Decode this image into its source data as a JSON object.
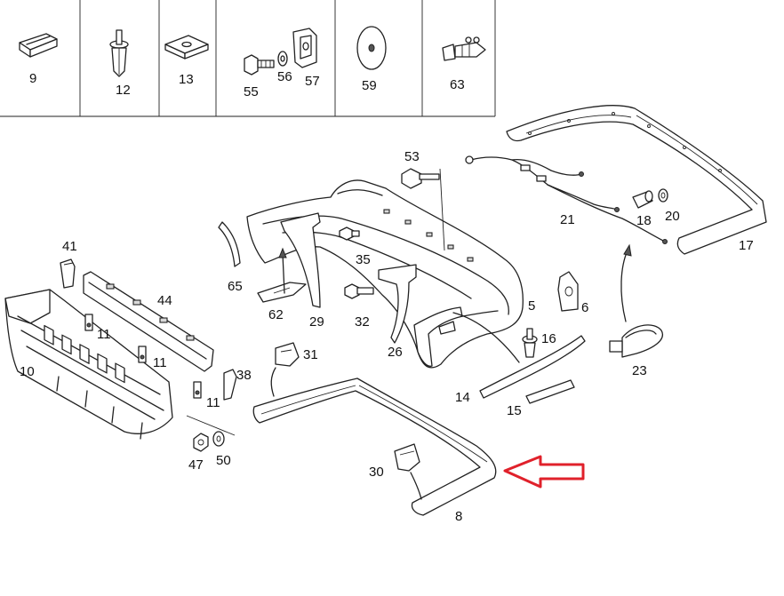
{
  "legend_cells": [
    {
      "labels": [
        "9"
      ],
      "icons": [
        "clip-icon"
      ]
    },
    {
      "labels": [
        "12"
      ],
      "icons": [
        "expansion-rivet-icon"
      ]
    },
    {
      "labels": [
        "13"
      ],
      "icons": [
        "plate-nut-icon"
      ]
    },
    {
      "labels": [
        "55",
        "56",
        "57"
      ],
      "icons": [
        "bolt-icon",
        "washer-icon",
        "speed-nut-icon"
      ]
    },
    {
      "labels": [
        "59"
      ],
      "icons": [
        "disc-icon"
      ]
    },
    {
      "labels": [
        "63"
      ],
      "icons": [
        "push-clip-icon"
      ]
    }
  ],
  "callouts": {
    "c53": "53",
    "c21": "21",
    "c18": "18",
    "c20": "20",
    "c17": "17",
    "c41": "41",
    "c44": "44",
    "c65": "65",
    "c35": "35",
    "c62": "62",
    "c29": "29",
    "c32": "32",
    "c5": "5",
    "c6": "6",
    "c11a": "11",
    "c11b": "11",
    "c11c": "11",
    "c10": "10",
    "c26": "26",
    "c16": "16",
    "c23": "23",
    "c31": "31",
    "c38": "38",
    "c14": "14",
    "c15": "15",
    "c47": "47",
    "c50": "50",
    "c30": "30",
    "c8": "8"
  },
  "highlight": {
    "color": "#e0212b",
    "target_label": "8"
  }
}
